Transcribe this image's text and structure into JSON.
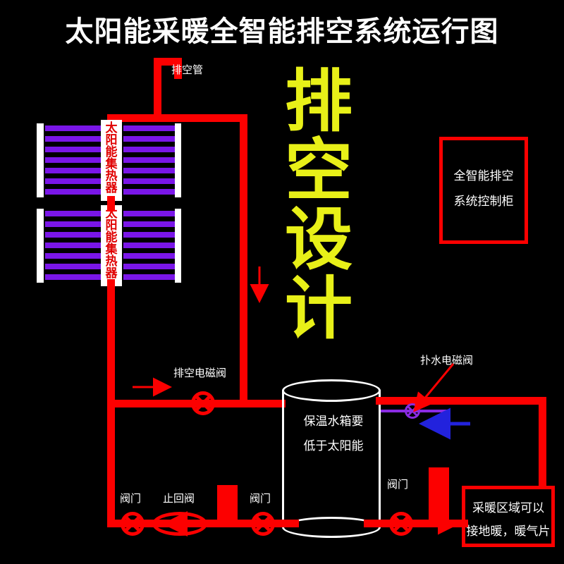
{
  "diagram": {
    "title": "太阳能采暖全智能排空系统运行图",
    "slogan_chars": [
      "排",
      "空",
      "设",
      "计"
    ],
    "background_color": "#000000",
    "pipe_color": "#fc0000",
    "accent_yellow": "#e8f018",
    "tube_purple": "#7a16e8",
    "solenoid_purple": "#8a2be2",
    "text_white": "#ffffff"
  },
  "labels": {
    "vent_pipe": "排空管",
    "drain_solenoid_valve": "排空电磁阀",
    "fill_solenoid_valve": "扑水电磁阀",
    "valve_left": "阀门",
    "valve_middle": "阀门",
    "valve_right": "阀门",
    "check_valve": "止回阀"
  },
  "collectors": [
    {
      "name": "upper-collector",
      "lines": [
        "太",
        "阳",
        "能",
        "集",
        "热",
        "器"
      ]
    },
    {
      "name": "lower-collector",
      "lines": [
        "太",
        "阳",
        "能",
        "集",
        "热",
        "器"
      ]
    }
  ],
  "tank": {
    "lines": [
      "保温水箱要",
      "低于太阳能"
    ]
  },
  "cabinet": {
    "lines": [
      "全智能排空",
      "系统控制柜"
    ]
  },
  "heating_zone": {
    "lines": [
      "采暖区域可以",
      "接地暖，暖气片"
    ]
  }
}
